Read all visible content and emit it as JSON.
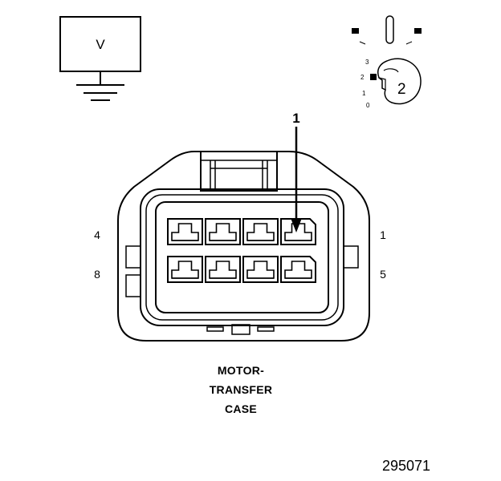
{
  "meter": {
    "label": "V"
  },
  "switch": {
    "positions": [
      "3",
      "2",
      "1",
      "0"
    ],
    "selected": "2"
  },
  "callout": {
    "number": "1"
  },
  "pin_labels": {
    "top_left": "4",
    "bottom_left": "8",
    "top_right": "1",
    "bottom_right": "5"
  },
  "caption": {
    "line1": "MOTOR-",
    "line2": "TRANSFER",
    "line3": "CASE"
  },
  "figure_number": "295071"
}
